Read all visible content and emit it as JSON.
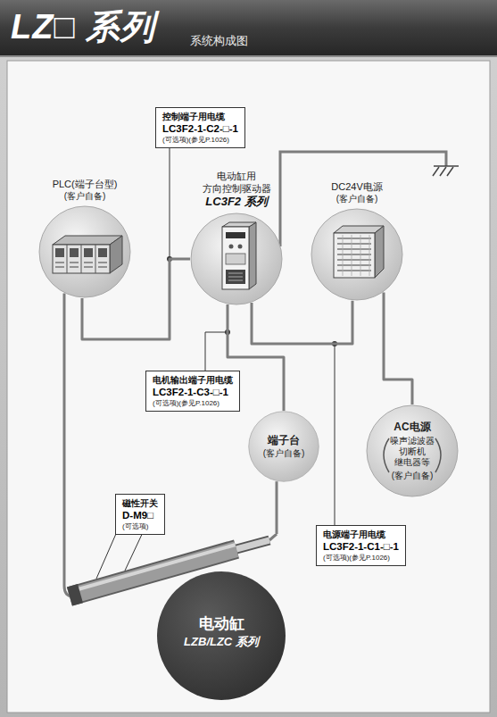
{
  "diagram": {
    "title": "LZ□ 系列",
    "nodes": [
      {
        "text": [
          "控制端子用电缆",
          "LC3F2-1-C2-□-1",
          "(可选项)(参见P.1026)"
        ]
      },
      {
        "text": [
          "PLC(端子台型)",
          "(客户自备)"
        ]
      },
      {
        "text": [
          "电动缸用 方向控制驱动器",
          "LC3F2 系列"
        ]
      },
      {
        "text": [
          "DC24V电源",
          "(客户自备)"
        ]
      },
      {
        "text": [
          "电机输出端子用电缆",
          "LC3F2-1-C3-□-1",
          "(可选项)(参见P.1026)"
        ]
      },
      {
        "text": [
          "端子台",
          "(客户自备)"
        ]
      },
      {
        "text": [
          "AC电源",
          "噪声滤波器 切断机 继电器等",
          "(客户自备)"
        ]
      },
      {
        "text": [
          "磁性开关",
          "D-M9□",
          "(可选项)"
        ]
      },
      {
        "text": [
          "电源端子用电缆",
          "LC3F2-1-C1-□-1",
          "(可选项)(参见P.1026)"
        ]
      },
      {
        "text": [
          "电动缸",
          "LZB/LZC 系列"
        ]
      }
    ],
    "edges": [
      {
        "from": 1,
        "to": 2,
        "arrow": "none"
      },
      {
        "from": 2,
        "to": 3,
        "arrow": "none"
      },
      {
        "from": 2,
        "to": 5,
        "arrow": "none"
      },
      {
        "from": 3,
        "to": 6,
        "arrow": "none"
      },
      {
        "from": 5,
        "to": 9,
        "arrow": "none"
      },
      {
        "from": 1,
        "to": 9,
        "arrow": "none"
      }
    ],
    "labels": [
      "系统构成图"
    ]
  }
}
